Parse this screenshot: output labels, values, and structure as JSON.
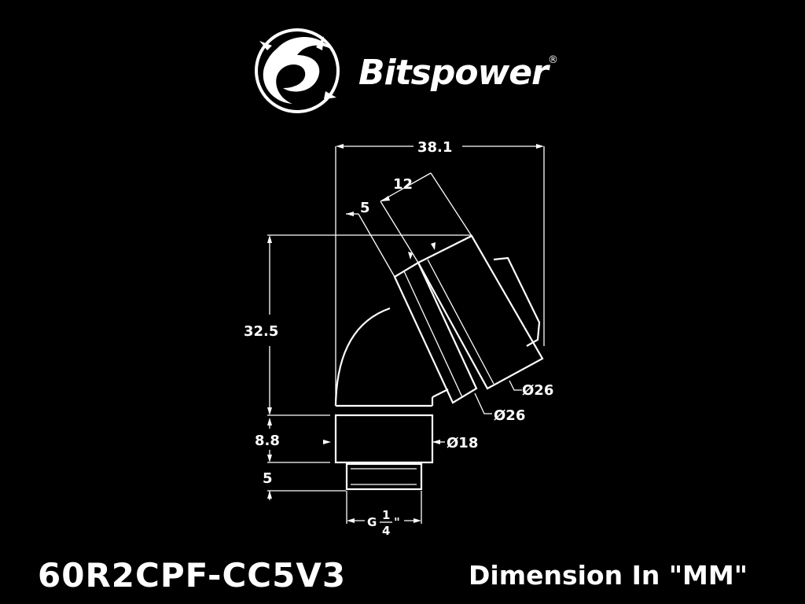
{
  "brand": {
    "name": "Bitspower",
    "registered": "®"
  },
  "dimensions": {
    "overall_width": "38.1",
    "length_12": "12",
    "length_5_top": "5",
    "height_32_5": "32.5",
    "height_8_8": "8.8",
    "thread_length_5": "5",
    "dia_outer_cap": "Ø26",
    "dia_ring": "Ø26",
    "dia_body": "Ø18",
    "thread_g": "G",
    "thread_num": "1",
    "thread_den": "4",
    "thread_quote": "\""
  },
  "footer": {
    "model": "60R2CPF-CC5V3",
    "unit_note": "Dimension In \"MM\""
  }
}
